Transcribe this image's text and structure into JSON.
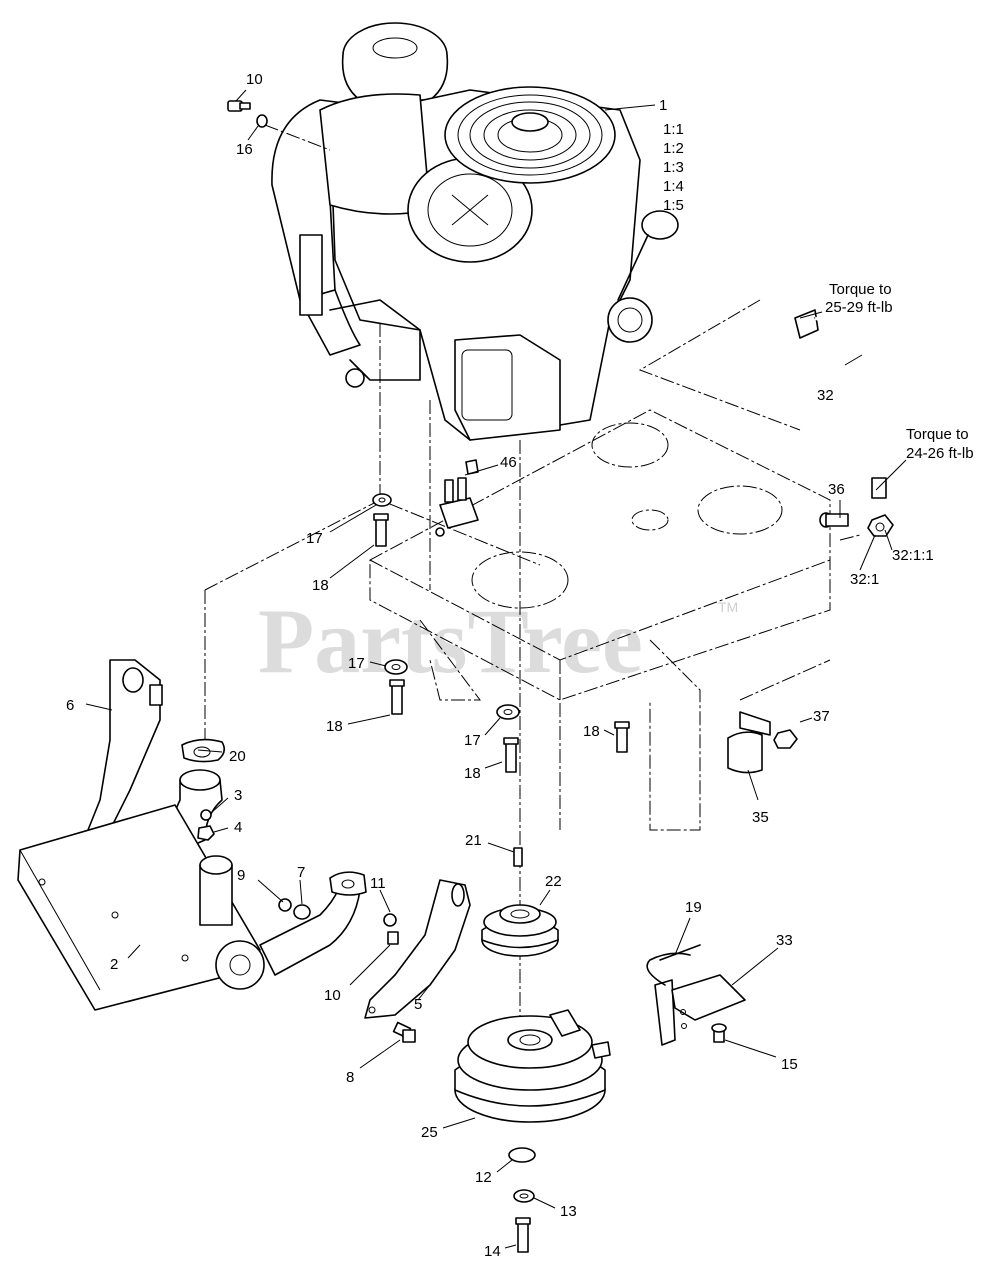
{
  "watermark": {
    "text": "PartsTree",
    "tm": "TM"
  },
  "callouts": {
    "c1": "1",
    "c1_1": "1:1",
    "c1_2": "1:2",
    "c1_3": "1:3",
    "c1_4": "1:4",
    "c1_5": "1:5",
    "c2": "2",
    "c3": "3",
    "c4": "4",
    "c5": "5",
    "c6": "6",
    "c7": "7",
    "c8": "8",
    "c9": "9",
    "c10a": "10",
    "c10b": "10",
    "c11": "11",
    "c12": "12",
    "c13": "13",
    "c14": "14",
    "c15": "15",
    "c16": "16",
    "c17a": "17",
    "c17b": "17",
    "c17c": "17",
    "c18a": "18",
    "c18b": "18",
    "c18c": "18",
    "c18d": "18",
    "c19": "19",
    "c20": "20",
    "c21": "21",
    "c22": "22",
    "c25": "25",
    "c32": "32",
    "c32_1": "32:1",
    "c32_1_1": "32:1:1",
    "c33": "33",
    "c35": "35",
    "c36": "36",
    "c37": "37",
    "c46": "46"
  },
  "notes": {
    "torque_upper_line1": "Torque to",
    "torque_upper_line2": "25-29 ft-lb",
    "torque_lower_line1": "Torque to",
    "torque_lower_line2": "24-26 ft-lb"
  }
}
